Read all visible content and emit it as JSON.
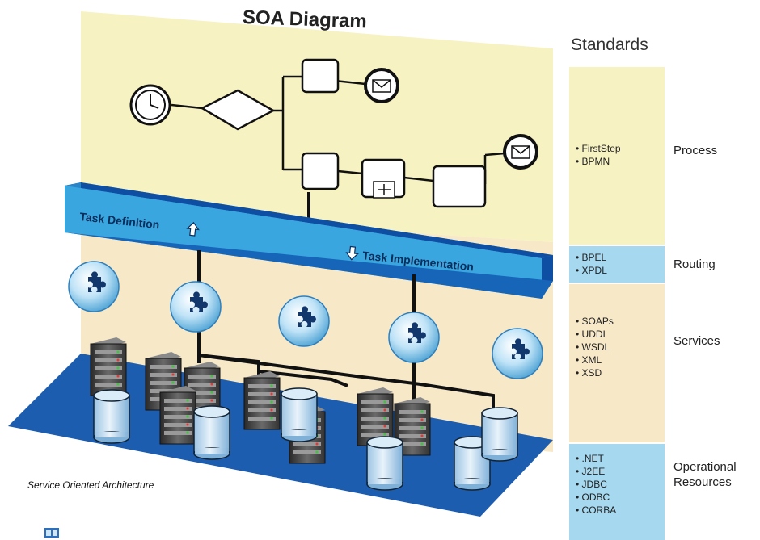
{
  "title": "SOA Diagram",
  "caption": "Service Oriented Architecture",
  "band": {
    "task_definition": "Task Definition",
    "task_implementation": "Task Implementation"
  },
  "standards": {
    "heading": "Standards",
    "layers": [
      {
        "name": "Process",
        "items": [
          "FirstStep",
          "BPMN"
        ]
      },
      {
        "name": "Routing",
        "items": [
          "BPEL",
          "XPDL"
        ]
      },
      {
        "name": "Services",
        "items": [
          "SOAPs",
          "UDDI",
          "WSDL",
          "XML",
          "XSD"
        ]
      },
      {
        "name": "Operational Resources",
        "name_lines": [
          "Operational",
          "Resources"
        ],
        "items": [
          ".NET",
          "J2EE",
          "JDBC",
          "ODBC",
          "CORBA"
        ]
      }
    ]
  },
  "colors": {
    "process_yellow": "#f7f2c2",
    "routing_blue": "#a6d8f0",
    "services_beige": "#f7e8c8",
    "resources_blue": "#a6d8f0",
    "band_front": "#3aa6e0",
    "band_dark": "#0f4fa3",
    "base_blue": "#1d5db0"
  },
  "icons": [
    "clock-icon",
    "gateway-diamond-icon",
    "envelope-icon",
    "subprocess-plus-icon",
    "puzzle-service-icon",
    "server-icon",
    "database-icon",
    "up-arrow-icon",
    "down-arrow-icon"
  ]
}
